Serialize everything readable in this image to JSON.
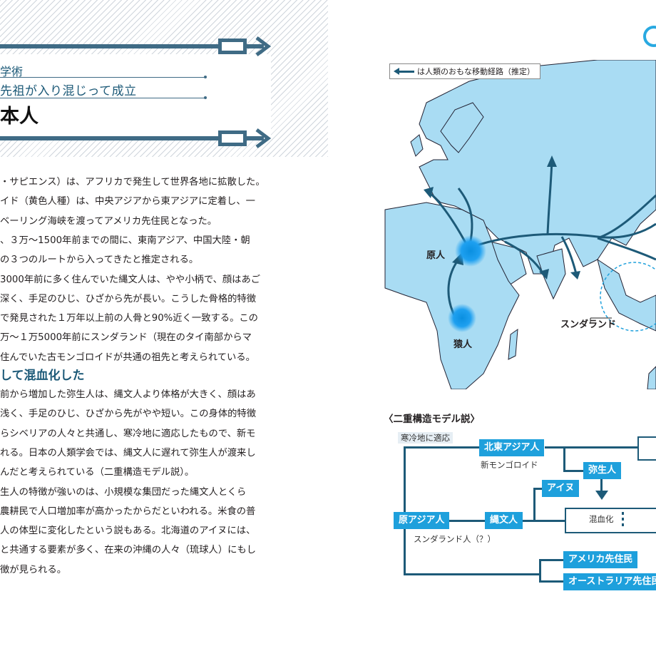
{
  "header": {
    "kicker": "学術",
    "subtitle": "先祖が入り混じって成立",
    "title": "本人"
  },
  "body_paragraphs_1": [
    "・サピエンス）は、アフリカで発生して世界各地に拡散した。",
    "イド（黄色人種）は、中央アジアから東アジアに定着し、一",
    "ベーリング海峡を渡ってアメリカ先住民となった。",
    "、３万～1500年前までの間に、東南アジア、中国大陸・朝",
    "の３つのルートから入ってきたと推定される。",
    "3000年前に多く住んでいた縄文人は、やや小柄で、顔はあご",
    "深く、手足のひじ、ひざから先が長い。こうした骨格的特徴",
    "で発見された１万年以上前の人骨と90%近く一致する。この",
    "万～１万5000年前にスンダランド（現在のタイ南部からマ",
    "住んでいた古モンゴロイドが共通の祖先と考えられている。"
  ],
  "section_heading": "して混血化した",
  "body_paragraphs_2": [
    "前から増加した弥生人は、縄文人より体格が大きく、顔はあ",
    "浅く、手足のひじ、ひざから先がやや短い。この身体的特徴",
    "らシベリアの人々と共通し、寒冷地に適応したもので、新モ",
    "れる。日本の人類学会では、縄文人に遅れて弥生人が渡来し",
    "んだと考えられている（二重構造モデル説）。",
    "生人の特徴が強いのは、小規模な集団だった縄文人とくら",
    "農耕民で人口増加率が高かったからだといわれる。米食の普",
    "人の体型に変化したという説もある。北海道のアイヌには、",
    "と共通する要素が多く、在来の沖縄の人々（琉球人）にもし",
    "徴が見られる。"
  ],
  "map": {
    "legend": "は人類のおもな移動経路（推定）",
    "label_genjin": "原人",
    "label_enjin": "猿人",
    "label_sundaland": "スンダランド"
  },
  "diagram": {
    "title": "〈二重構造モデル説〉",
    "tag_cold": "寒冷地に適応",
    "node_ne_asian": "北東アジア人",
    "tag_new_mongoloid": "新モンゴロイド",
    "node_yayoi": "弥生人",
    "node_ainu": "アイヌ",
    "node_proto_asian": "原アジア人",
    "node_jomon": "縄文人",
    "tag_mixed": "混血化",
    "tag_sundaland_people": "スンダランド人（？）",
    "node_native_american": "アメリカ先住民",
    "node_australian": "オーストラリア先住民"
  },
  "colors": {
    "accent_dark": "#1d5a78",
    "accent_light": "#1ea0dc",
    "land": "#a9dcf3",
    "sea": "#ffffff"
  }
}
